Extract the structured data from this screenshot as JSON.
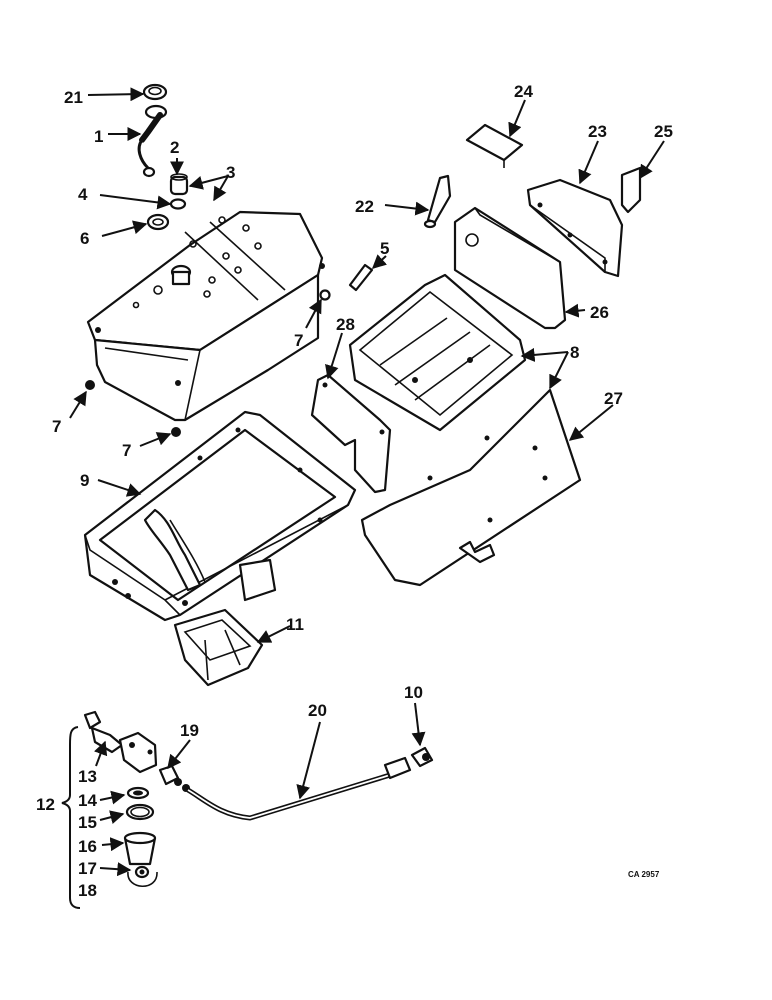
{
  "diagram": {
    "drawing_ref": "CA 2957",
    "callouts": {
      "c1": "1",
      "c2": "2",
      "c3": "3",
      "c4": "4",
      "c5": "5",
      "c6": "6",
      "c7a": "7",
      "c7b": "7",
      "c7c": "7",
      "c8": "8",
      "c9": "9",
      "c10": "10",
      "c11": "11",
      "c12": "12",
      "c13": "13",
      "c14": "14",
      "c15": "15",
      "c16": "16",
      "c17": "17",
      "c18": "18",
      "c19": "19",
      "c20": "20",
      "c21": "21",
      "c22": "22",
      "c23": "23",
      "c24": "24",
      "c25": "25",
      "c26": "26",
      "c27": "27",
      "c28": "28"
    }
  }
}
